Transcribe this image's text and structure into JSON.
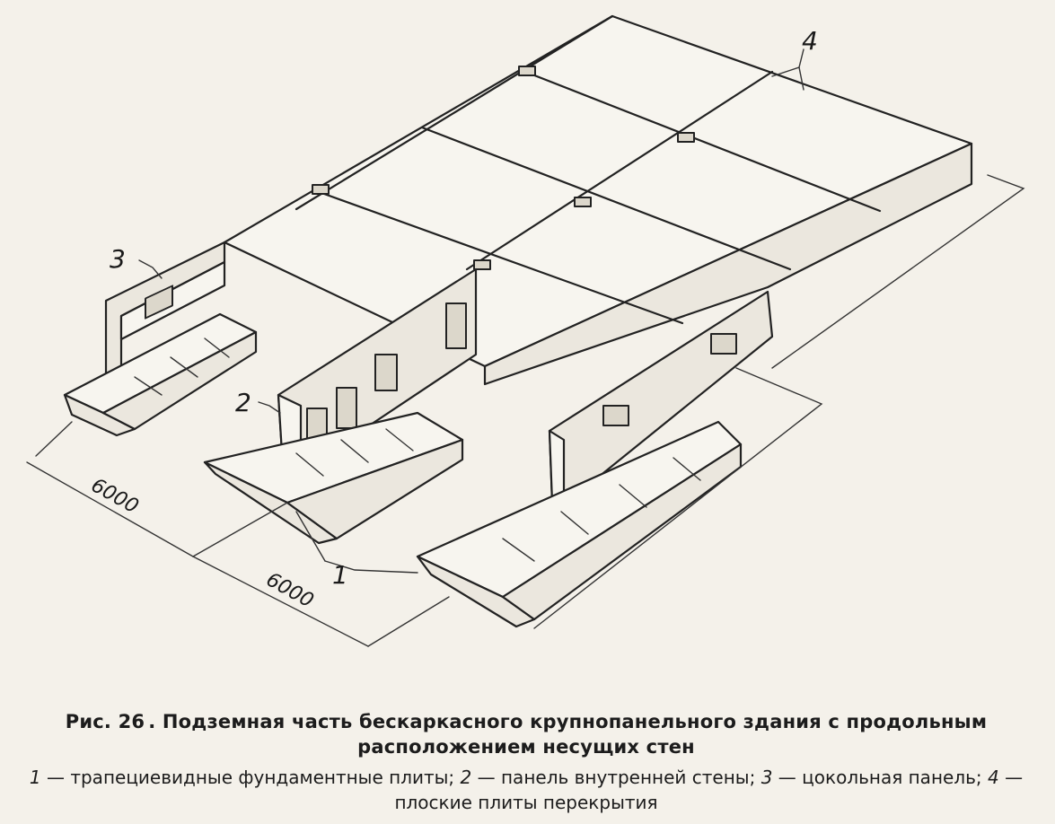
{
  "labels": {
    "l1": "1",
    "l2": "2",
    "l3": "3",
    "l4": "4",
    "dim1": "6000",
    "dim2": "6000"
  },
  "caption": {
    "fig": "Рис. 26",
    "title": ". Подземная часть бескаркасного крупнопанельного здания с продольным расположением несущих стен",
    "legend": [
      {
        "num": "1",
        "text": " — трапециевидные фундаментные плиты; "
      },
      {
        "num": "2",
        "text": " — панель внутренней стены; "
      },
      {
        "num": "3",
        "text": " — цокольная панель; "
      },
      {
        "num": "4",
        "text": " — плоские плиты перекрытия"
      }
    ]
  },
  "colors": {
    "paper": "#f4f1ea",
    "ink": "#222222"
  }
}
